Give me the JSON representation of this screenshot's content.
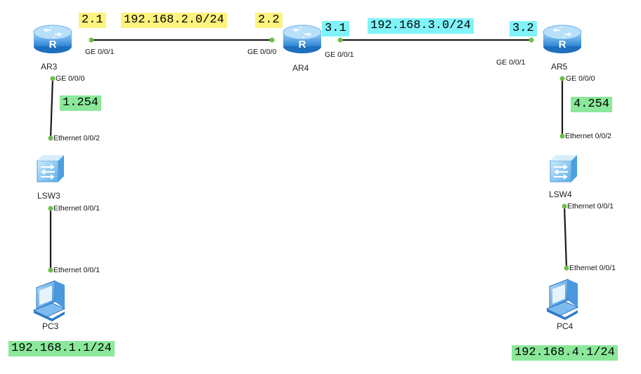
{
  "devices": {
    "ar3": "AR3",
    "ar4": "AR4",
    "ar5": "AR5",
    "lsw3": "LSW3",
    "lsw4": "LSW4",
    "pc3": "PC3",
    "pc4": "PC4"
  },
  "ports": {
    "ar3_ge001": "GE 0/0/1",
    "ar3_ge000": "GE 0/0/0",
    "ar4_ge000": "GE 0/0/0",
    "ar4_ge001": "GE 0/0/1",
    "ar5_ge001": "GE 0/0/1",
    "ar5_ge000": "GE 0/0/0",
    "lsw3_e002": "Ethernet 0/0/2",
    "lsw3_e001": "Ethernet 0/0/1",
    "pc3_e001": "Ethernet 0/0/1",
    "lsw4_e002": "Ethernet 0/0/2",
    "lsw4_e001": "Ethernet 0/0/1",
    "pc4_e001": "Ethernet 0/0/1"
  },
  "addresses": {
    "ar3_side_2": "2.1",
    "net_2": "192.168.2.0/24",
    "ar4_side_2": "2.2",
    "ar4_side_3": "3.1",
    "net_3": "192.168.3.0/24",
    "ar5_side_3": "3.2",
    "ar3_lan": "1.254",
    "ar5_lan": "4.254",
    "pc3_ip": "192.168.1.1/24",
    "pc4_ip": "192.168.4.1/24"
  },
  "colors": {
    "link": "#1a1a1a",
    "port_dot": "#6cc04a",
    "yellow_label": "#fff380",
    "cyan_label": "#7ff3f8",
    "green_label": "#8be89a",
    "router_fill": "#5aa9ec",
    "switch_fill": "#8cc8f0",
    "pc_fill": "#6aaee6"
  },
  "icons": {
    "router": "router-icon",
    "switch": "switch-icon",
    "pc": "pc-icon"
  }
}
